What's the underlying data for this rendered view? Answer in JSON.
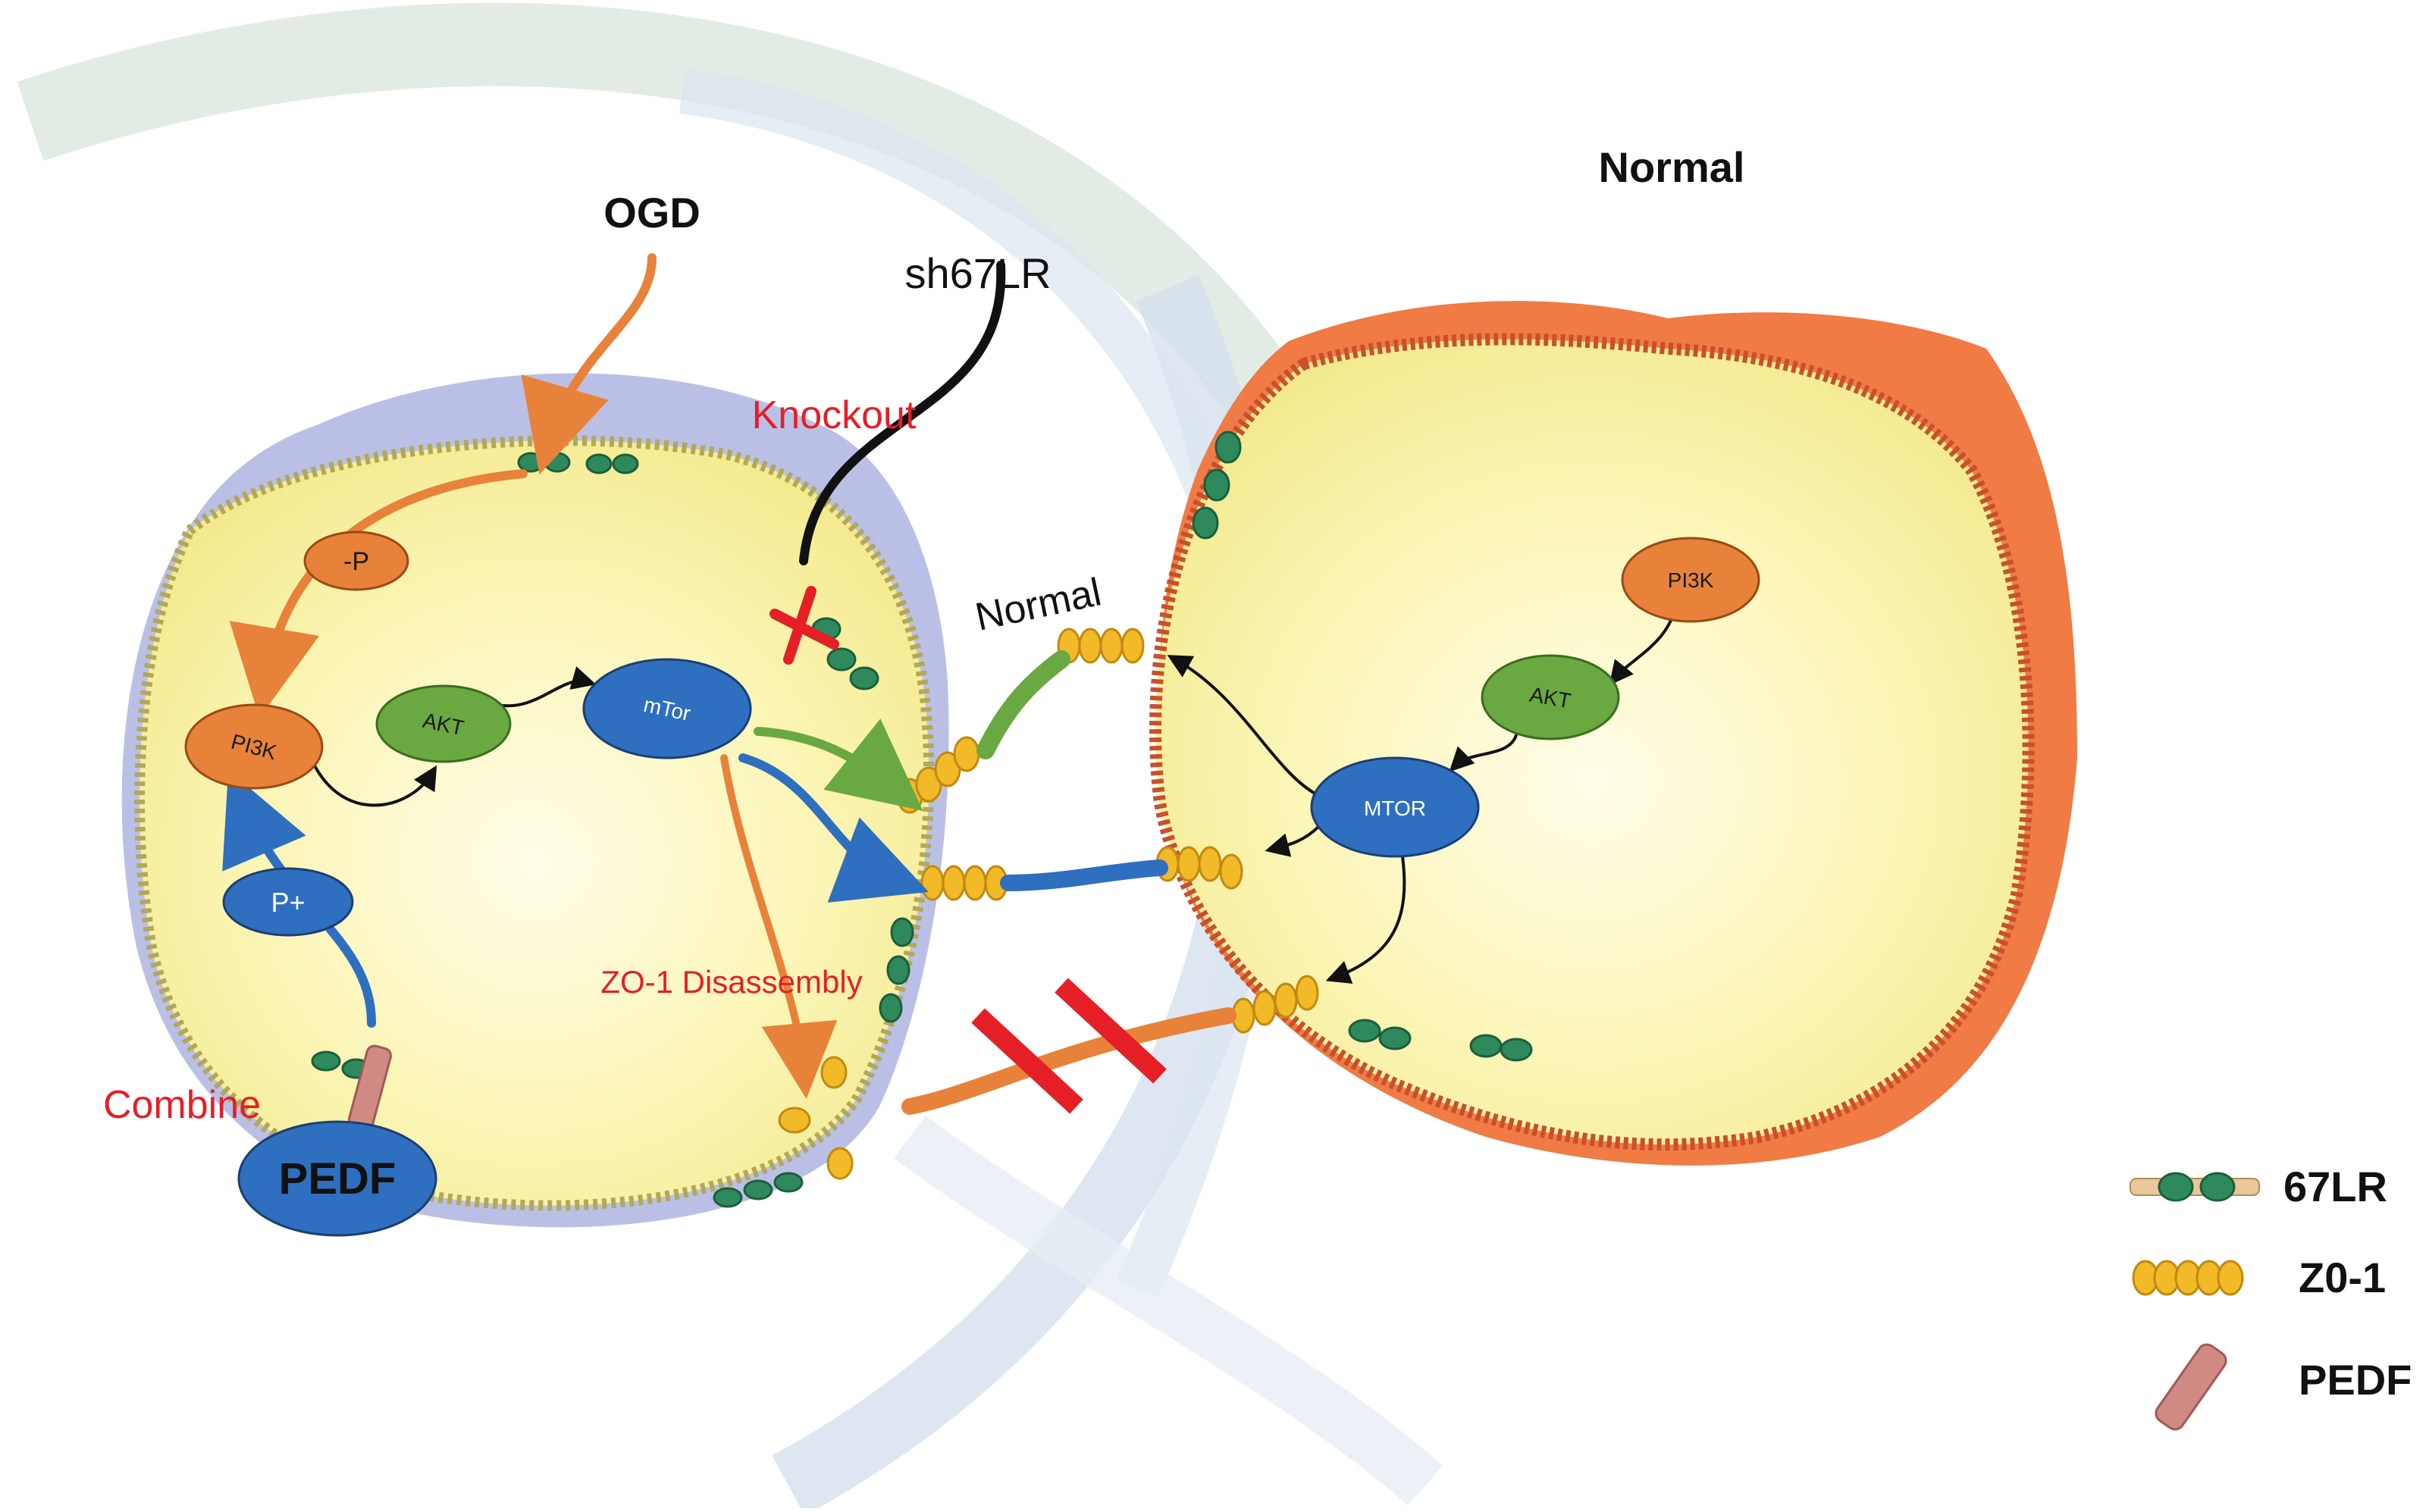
{
  "labels": {
    "ogd": "OGD",
    "sh67lr": "sh67LR",
    "normal_title": "Normal",
    "normal_path": "Normal",
    "knockout": "Knockout",
    "zo1_disassembly": "ZO-1 Disassembly",
    "combine": "Combine",
    "pedf": "PEDF"
  },
  "left_cell": {
    "phospho_neg": "-P",
    "phospho_pos": "P+",
    "pi3k": "PI3K",
    "akt": "AKT",
    "mtor": "mTor"
  },
  "right_cell": {
    "pi3k": "PI3K",
    "akt": "AKT",
    "mtor": "MTOR"
  },
  "legend": {
    "items": [
      {
        "label": "67LR",
        "icon": "receptor-67lr-icon"
      },
      {
        "label": "Z0-1",
        "icon": "zo1-beads-icon"
      },
      {
        "label": "PEDF",
        "icon": "pedf-rod-icon"
      }
    ]
  },
  "colors": {
    "orange": "#e8823a",
    "green": "#6aa842",
    "blue": "#2f6fbf",
    "red": "#e41f26",
    "cytoplasm": "#fbf5b0",
    "zo1": "#f2b928",
    "receptor": "#2e8a5c",
    "pedf": "#d08a84"
  }
}
